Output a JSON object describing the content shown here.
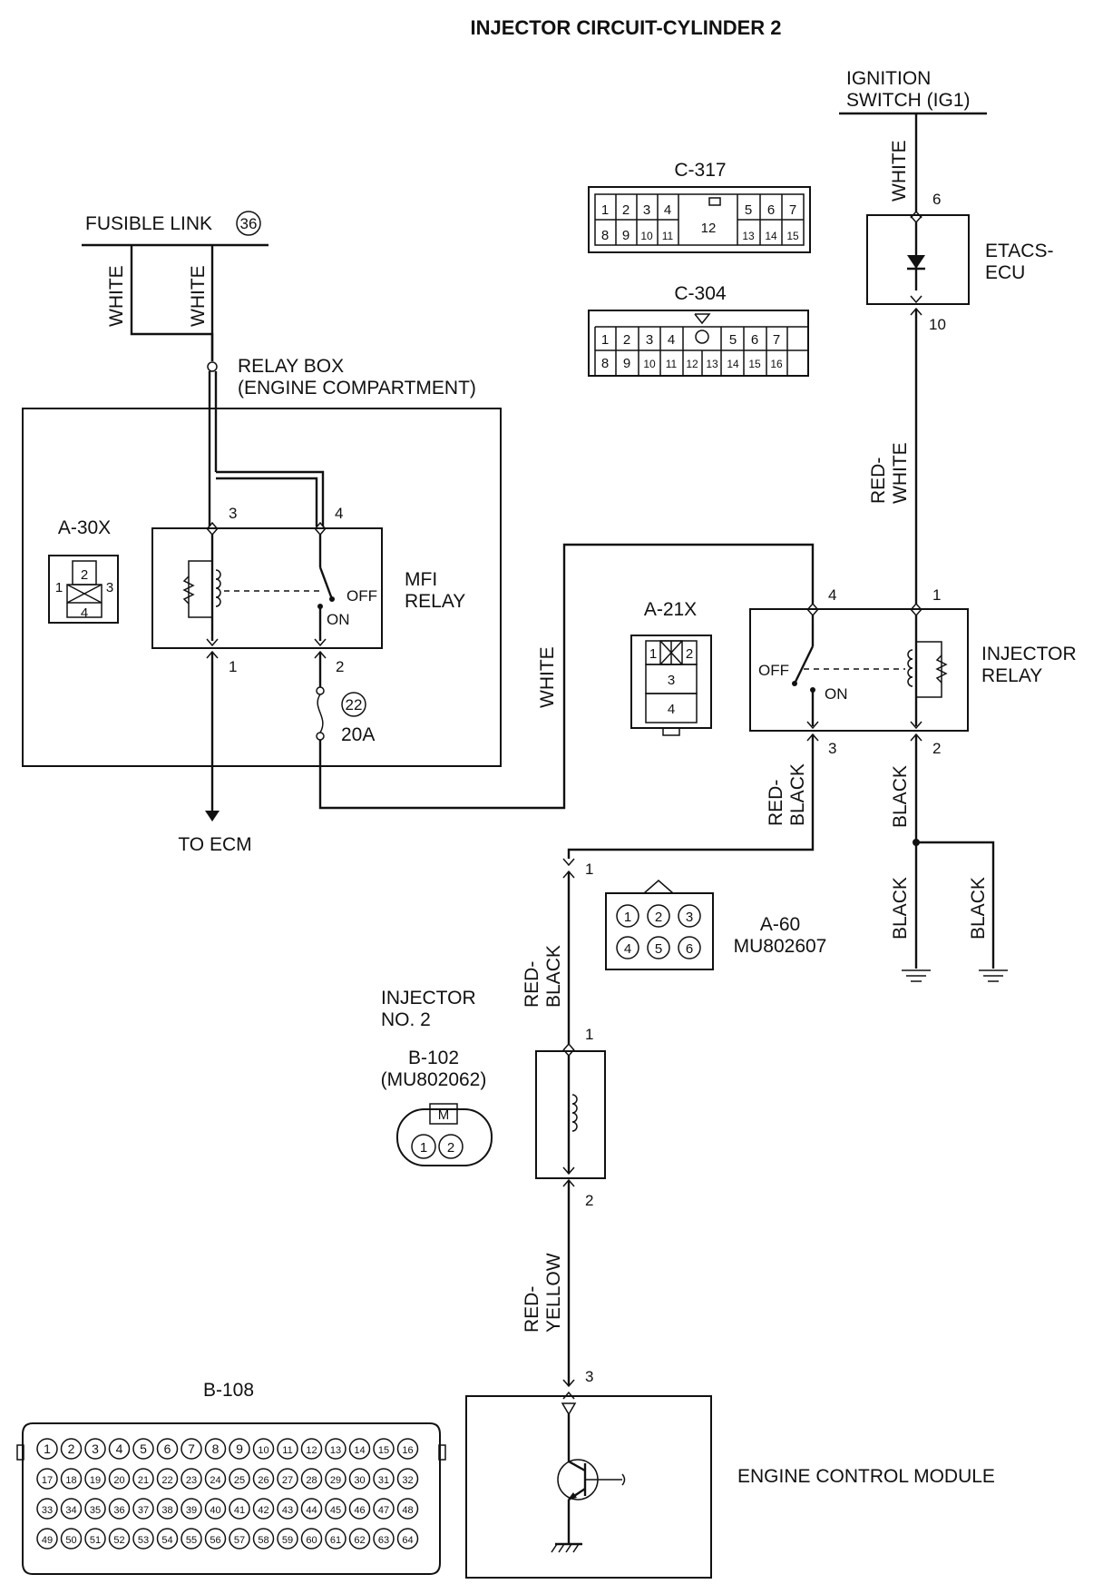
{
  "title": "INJECTOR CIRCUIT-CYLINDER 2",
  "labels": {
    "ignition_line1": "IGNITION",
    "ignition_line2": "SWITCH (IG1)",
    "fusible_link": "FUSIBLE LINK",
    "fusible_link_num": "36",
    "relay_box_line1": "RELAY BOX",
    "relay_box_line2": "(ENGINE COMPARTMENT)",
    "mfi_relay_line1": "MFI",
    "mfi_relay_line2": "RELAY",
    "etacs_line1": "ETACS-",
    "etacs_line2": "ECU",
    "injector_relay_line1": "INJECTOR",
    "injector_relay_line2": "RELAY",
    "to_ecm": "TO ECM",
    "fuse_num": "22",
    "fuse_rating": "20A",
    "injector_line1": "INJECTOR",
    "injector_line2": "NO. 2",
    "b102_line1": "B-102",
    "b102_line2": "(MU802062)",
    "a60_line1": "A-60",
    "a60_line2": "MU802607",
    "ecm": "ENGINE CONTROL MODULE",
    "off": "OFF",
    "on": "ON"
  },
  "wire_colors": {
    "white": "WHITE",
    "red": "RED-",
    "white2": "WHITE",
    "black": "BLACK",
    "yellow": "YELLOW"
  },
  "pins": {
    "etacs_in": "6",
    "etacs_out": "10",
    "mfi_3": "3",
    "mfi_4": "4",
    "mfi_1": "1",
    "mfi_2": "2",
    "inj_relay_4": "4",
    "inj_relay_1": "1",
    "inj_relay_3": "3",
    "inj_relay_2": "2",
    "a60_1": "1",
    "inj_1": "1",
    "inj_2": "2",
    "ecm_3": "3"
  },
  "connectors": {
    "c317": {
      "name": "C-317",
      "row1": [
        "1",
        "2",
        "3",
        "4",
        "5",
        "6",
        "7"
      ],
      "center": "12",
      "row2": [
        "8",
        "9",
        "10",
        "11",
        "13",
        "14",
        "15"
      ]
    },
    "c304": {
      "name": "C-304",
      "row1": [
        "1",
        "2",
        "3",
        "4",
        "5",
        "6",
        "7"
      ],
      "row2": [
        "8",
        "9",
        "10",
        "11",
        "12",
        "13",
        "14",
        "15",
        "16"
      ]
    },
    "a30x": {
      "name": "A-30X",
      "pins": [
        "1",
        "2",
        "3",
        "4"
      ]
    },
    "a21x": {
      "name": "A-21X",
      "pins": [
        "1",
        "2",
        "3",
        "4"
      ]
    },
    "a60": {
      "pins": [
        "1",
        "2",
        "3",
        "4",
        "5",
        "6"
      ]
    },
    "b102": {
      "pins": [
        "1",
        "2"
      ]
    },
    "b108": {
      "name": "B-108",
      "pin_count": 64
    }
  }
}
